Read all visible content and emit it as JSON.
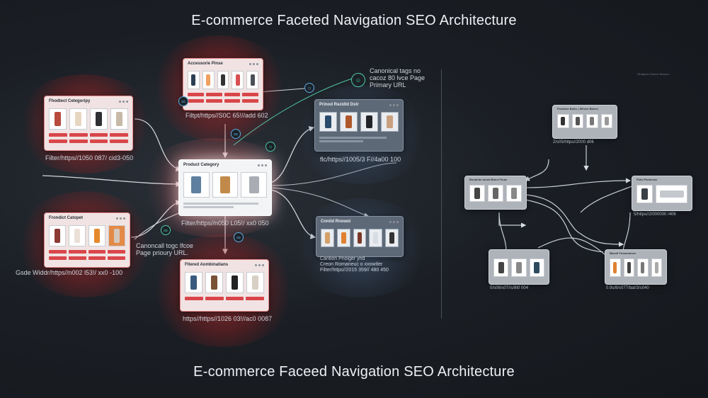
{
  "title_top": "E-commerce Faceted Navigation SEO Architecture",
  "title_bottom": "E-commerce Faceed Navigation SEO Architecture",
  "canonical_callout": "Canonical tags no\ncacoz 80 lvce Page\nPrimary URL",
  "cards": {
    "top_red": {
      "heading": "Accessorie Pinse",
      "url": "Filtpt/https//S0C 65!//add 602",
      "products": [
        "#2c3e52",
        "#f0a060",
        "#333",
        "#d85050",
        "#4a4f57"
      ]
    },
    "left_red": {
      "heading": "Fhodtect Cetegoripy",
      "url": "Filter/https//1050 087/ cid3-050",
      "products": [
        "#b74a3d",
        "#e7d6c2",
        "#2d2f33",
        "#c7b9a8"
      ]
    },
    "left_lower_red": {
      "heading": "Frondict Catopet",
      "url": "Gsde Widdr/https//n002 l53!/ xx0 -100",
      "products": [
        "#8b3a36",
        "#ebe0d6",
        "#e48a2c",
        "#d4c7bd"
      ]
    },
    "center": {
      "heading": "Product Category",
      "url": "Filter/https//n050 L05!/ xx0 050",
      "products": [
        "#5e7fa0",
        "#c28a4a",
        "#a9adb3"
      ]
    },
    "bottom_red": {
      "heading": "Fltered Aombinatians",
      "url": "https//https//1026 03!//ac0 0087",
      "products": [
        "#3a5b7d",
        "#7a5236",
        "#222",
        "#d8d0c4"
      ]
    },
    "canonical_card": {
      "heading": "Prinod Rezidld Dstr",
      "url": "flc/https//1005/3 F//4a00 100",
      "products": [
        "#2a4c6c",
        "#b0582c",
        "#222428",
        "#c8a080"
      ]
    },
    "lower_blue": {
      "heading": "Cnnitd Rnowoi",
      "url": "Cantion Pnoiger ynd\nCreon Romaneuc o xxowtler\nFilter/https//2015 359// 480 450",
      "products": [
        "#d4a06a",
        "#e08030",
        "#7a3828",
        "#d8dde3",
        "#333"
      ]
    },
    "left_callout": "Canoncall togc lfcoe\nPage prioury URL."
  },
  "right_panel": {
    "caption": "Sinbgnes Cteoeo Bbaooo",
    "cards": [
      {
        "heading": "Fineibon Bullo, | Bfnesi Bbnes",
        "url": "2/s05/https//2000 d06"
      },
      {
        "heading": "Bondintu Ioood Bntnr Fnuw",
        "url": ""
      },
      {
        "heading": "Fbtsi Fbeteinse",
        "url": "5/https//2/000000 /406"
      },
      {
        "heading": "",
        "url": "0/s06/s07//s/8t0 004"
      },
      {
        "heading": "Bbcoli Fnoommnee",
        "url": "0.9s/8/s077/bat/3/s040"
      }
    ]
  },
  "colors": {
    "red": "#d94040",
    "teal": "#4fc7a8",
    "blue": "#5da8e0"
  }
}
